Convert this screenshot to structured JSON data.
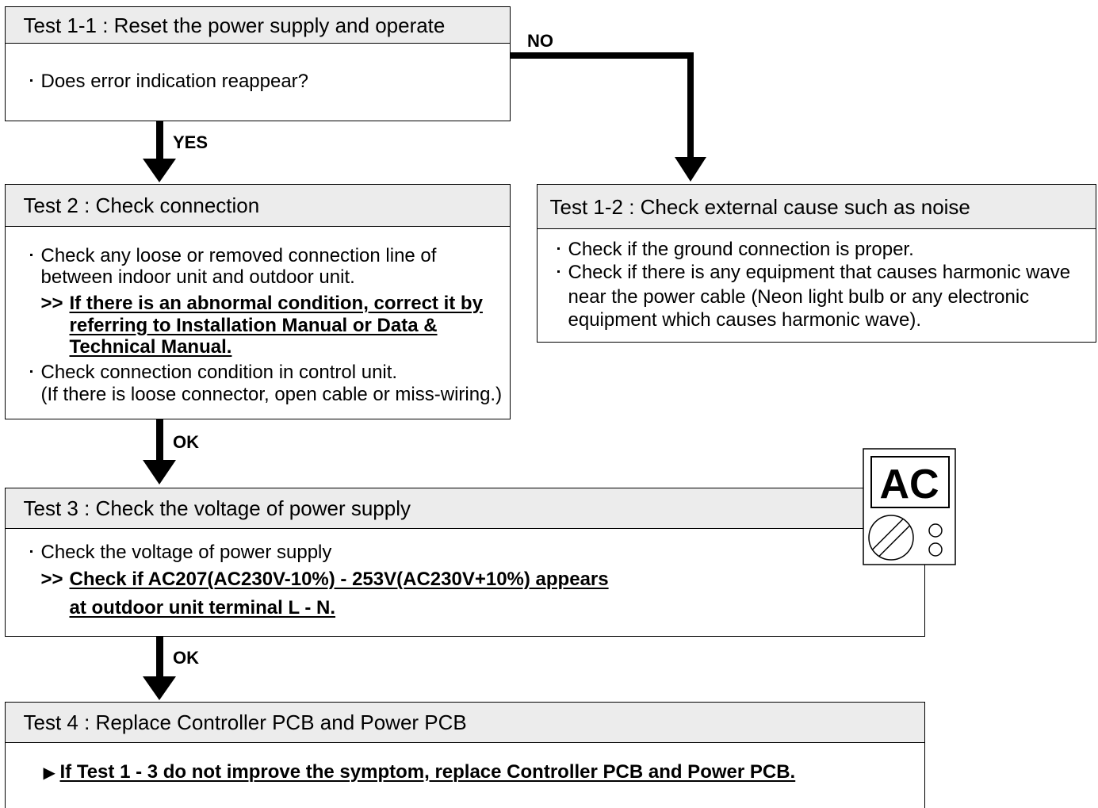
{
  "colors": {
    "header_bg": "#ececec",
    "border": "#000000",
    "arrow": "#000000"
  },
  "flow_labels": {
    "no": "NO",
    "yes": "YES",
    "ok_after_test2": "OK",
    "ok_after_test3": "OK"
  },
  "test1_1": {
    "title": "Test 1-1 : Reset the power supply and operate",
    "question": "Does error indication reappear?"
  },
  "test1_2": {
    "title": "Test 1-2 : Check external cause such as noise",
    "check_ground": "Check if the ground connection is proper.",
    "check_equipment": [
      "Check if there is any equipment that causes harmonic wave",
      "near the power cable (Neon light bulb or any electronic",
      "equipment which causes harmonic wave)."
    ]
  },
  "test2": {
    "title": "Test 2 : Check connection",
    "check_line": [
      "Check any loose or removed connection line of",
      "between indoor unit and outdoor unit."
    ],
    "action_marker": ">>",
    "action": [
      "If there is an abnormal condition, correct it by",
      "referring to Installation Manual or Data &",
      "Technical Manual."
    ],
    "check_control": [
      "Check connection condition in control unit.",
      "(If there is loose connector, open cable or miss-wiring.)"
    ]
  },
  "test3": {
    "title": "Test 3 : Check the voltage of power supply",
    "check": "Check the voltage of power supply",
    "action_marker": ">>",
    "action": [
      "Check if AC207(AC230V-10%) - 253V(AC230V+10%) appears",
      "at outdoor unit terminal L - N."
    ]
  },
  "test4": {
    "title": "Test 4 : Replace Controller PCB and Power PCB",
    "action_marker": "▶",
    "action": "If Test 1 - 3 do not improve the symptom, replace Controller PCB and Power PCB."
  },
  "meter": {
    "display": "AC",
    "icon": "ac-voltmeter-icon"
  }
}
